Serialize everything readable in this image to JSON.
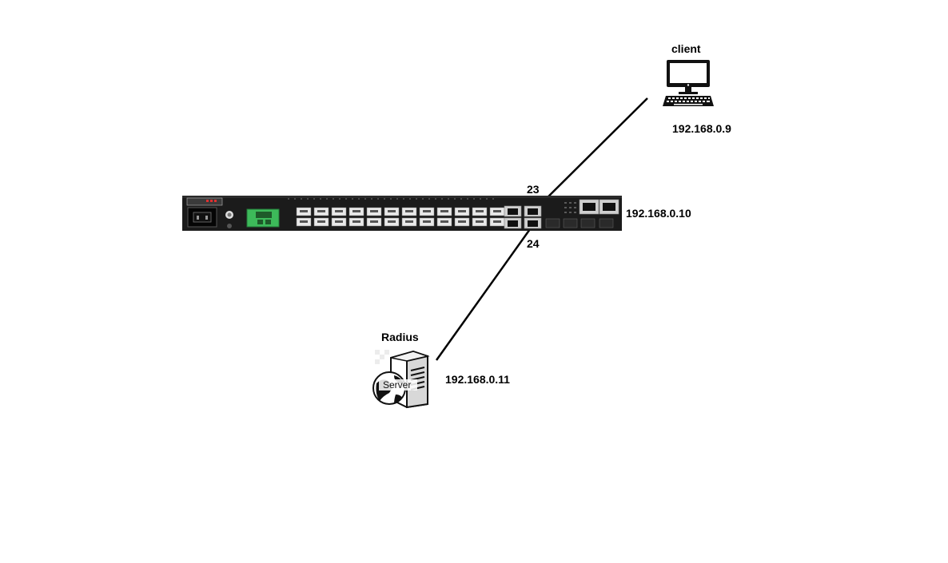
{
  "nodes": {
    "client": {
      "label": "client",
      "ip": "192.168.0.9"
    },
    "switch": {
      "ip": "192.168.0.10",
      "port_upper": "23",
      "port_lower": "24"
    },
    "server": {
      "label": "Radius",
      "icon_text": "Server",
      "ip": "192.168.0.11"
    }
  },
  "links": [
    {
      "from": "client",
      "to": "switch",
      "port": "23"
    },
    {
      "from": "server",
      "to": "switch",
      "port": "24"
    }
  ],
  "colors": {
    "link": "#000000",
    "switch_body": "#1b1b1b",
    "terminal_block": "#3dba5a",
    "led": "#e03030"
  }
}
